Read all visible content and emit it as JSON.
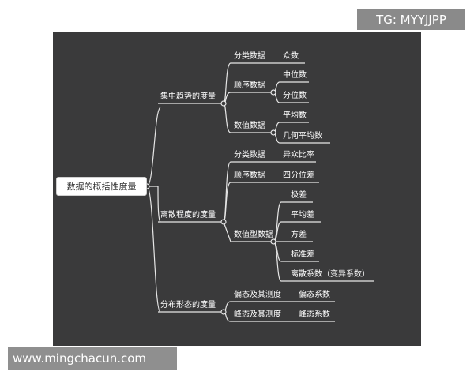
{
  "watermark_top": "TG: MYYJJPP",
  "watermark_bottom": "www.mingchacun.com",
  "mindmap": {
    "root": "数据的概括性度量",
    "branches": [
      {
        "label": "集中趋势的度量",
        "groups": [
          {
            "label": "分类数据",
            "leaves": [
              "众数"
            ]
          },
          {
            "label": "顺序数据",
            "leaves": [
              "中位数",
              "分位数"
            ]
          },
          {
            "label": "数值数据",
            "leaves": [
              "平均数",
              "几何平均数"
            ]
          }
        ]
      },
      {
        "label": "离散程度的度量",
        "groups": [
          {
            "label": "分类数据",
            "leaves": [
              "异众比率"
            ]
          },
          {
            "label": "顺序数据",
            "leaves": [
              "四分位差"
            ]
          },
          {
            "label": "数值型数据",
            "leaves": [
              "极差",
              "平均差",
              "方差",
              "标准差",
              "离散系数（变异系数）"
            ]
          }
        ]
      },
      {
        "label": "分布形态的度量",
        "groups": [
          {
            "label": "偏态及其测度",
            "leaves": [
              "偏态系数"
            ]
          },
          {
            "label": "峰态及其测度",
            "leaves": [
              "峰态系数"
            ]
          }
        ]
      }
    ]
  },
  "colors": {
    "canvas": "#3a3a3b",
    "line": "#e8e8e8",
    "text": "#ffffff"
  }
}
